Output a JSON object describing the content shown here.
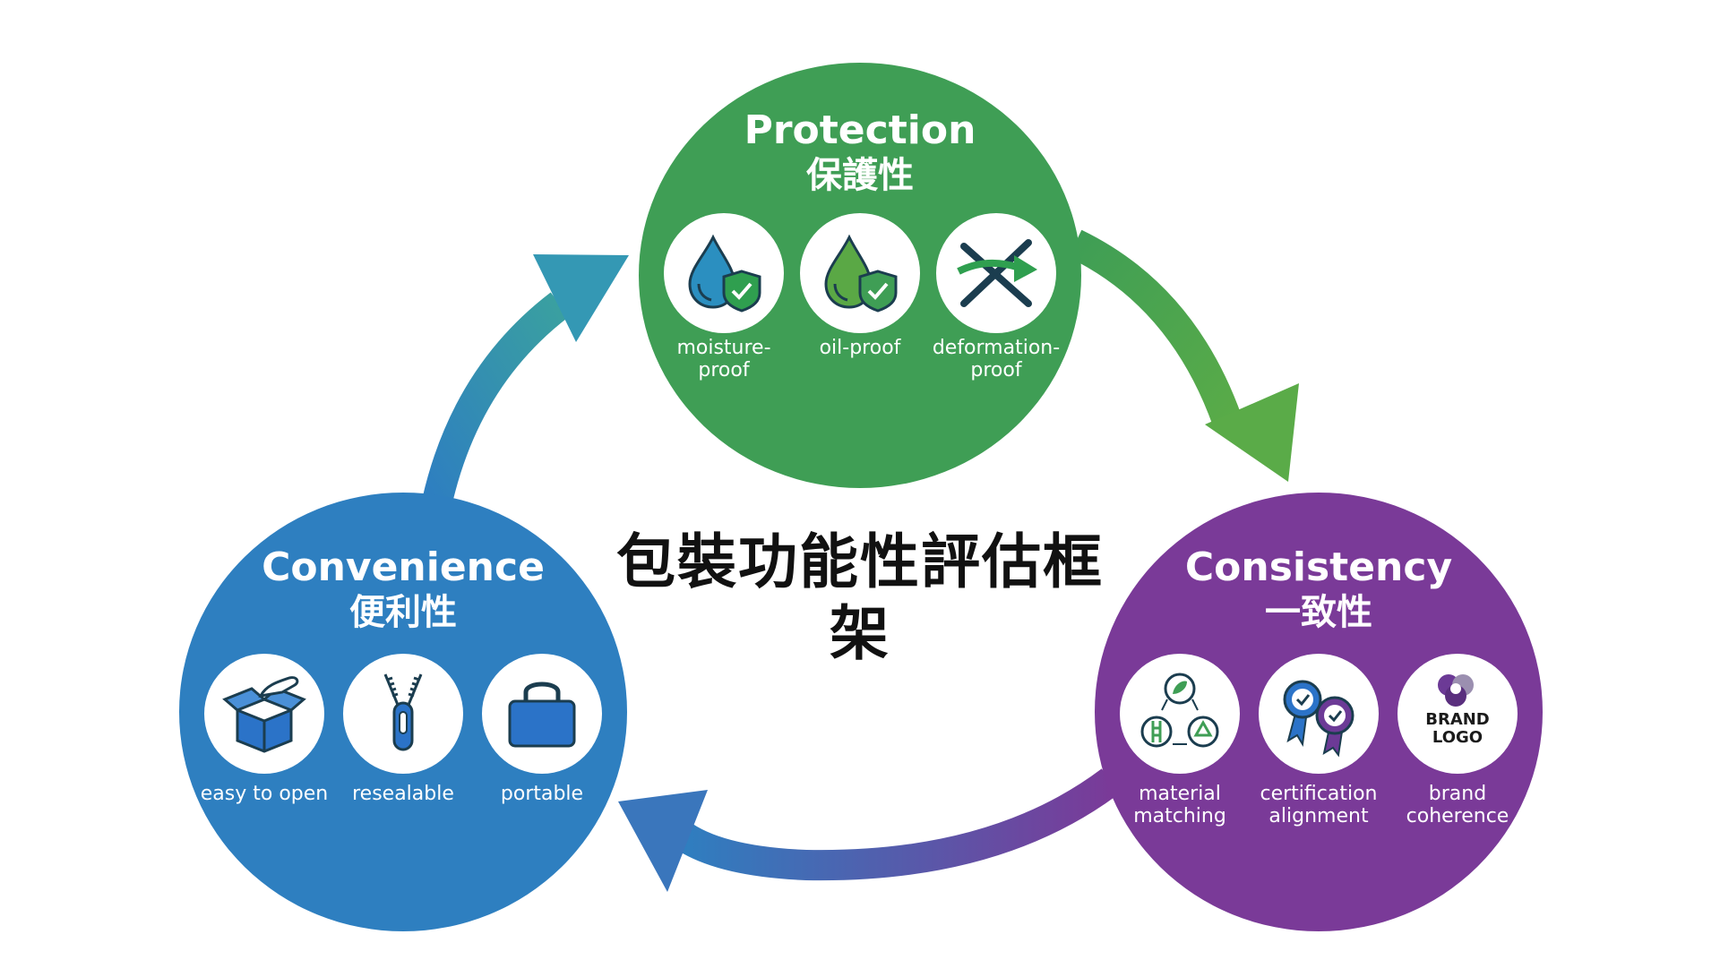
{
  "title": "包裝功能性評估框架",
  "colors": {
    "protection": "#3f9e55",
    "consistency": "#7a3a98",
    "convenience": "#2e7fc0",
    "icon_blue": "#2b73c8",
    "icon_green": "#2f8f3f",
    "icon_purple": "#6c3a96",
    "icon_dark": "#1b3d4f"
  },
  "protection": {
    "title_en": "Protection",
    "title_zh": "保護性",
    "items": [
      {
        "label": "moisture-\nproof",
        "icon": "water-drop-shield-icon"
      },
      {
        "label": "oil-proof",
        "icon": "oil-drop-shield-icon"
      },
      {
        "label": "deformation-\nproof",
        "icon": "crossed-arrow-icon"
      }
    ]
  },
  "consistency": {
    "title_en": "Consistency",
    "title_zh": "一致性",
    "items": [
      {
        "label": "material\nmatching",
        "icon": "recycle-cycle-icon"
      },
      {
        "label": "certification\nalignment",
        "icon": "award-ribbons-icon"
      },
      {
        "label": "brand\ncoherence",
        "icon": "brand-logo-icon",
        "logo_text": "BRAND\nLOGO"
      }
    ]
  },
  "convenience": {
    "title_en": "Convenience",
    "title_zh": "便利性",
    "items": [
      {
        "label": "easy to open",
        "icon": "open-box-icon"
      },
      {
        "label": "resealable",
        "icon": "zipper-icon"
      },
      {
        "label": "portable",
        "icon": "bag-icon"
      }
    ]
  }
}
